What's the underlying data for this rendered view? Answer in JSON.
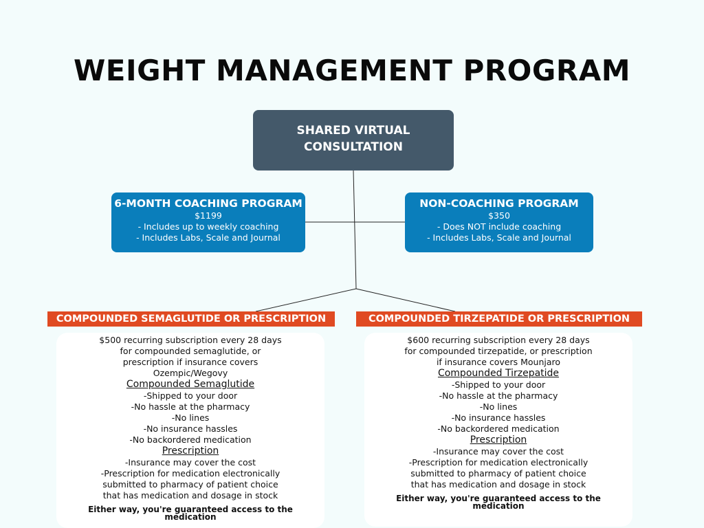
{
  "title": "WEIGHT MANAGEMENT PROGRAM",
  "root": {
    "line1": "SHARED VIRTUAL",
    "line2": "CONSULTATION"
  },
  "coaching": {
    "title": "6-MONTH COACHING PROGRAM",
    "price": "$1199",
    "features": [
      "- Includes up to weekly coaching",
      "- Includes Labs, Scale and Journal"
    ]
  },
  "non_coaching": {
    "title": "NON-COACHING PROGRAM",
    "price": "$350",
    "features": [
      "- Does NOT include coaching",
      "- Includes Labs, Scale and Journal"
    ]
  },
  "semaglutide": {
    "banner": "COMPOUNDED SEMAGLUTIDE OR PRESCRIPTION",
    "intro": [
      "$500 recurring subscription every 28 days",
      "for compounded semaglutide, or",
      "prescription if insurance covers",
      "Ozempic/Wegovy"
    ],
    "compounded_heading": "Compounded Semaglutide",
    "compounded_items": [
      "-Shipped to your door",
      "-No hassle at the pharmacy",
      "-No lines",
      "-No insurance hassles",
      "-No backordered medication"
    ],
    "prescription_heading": "Prescription",
    "prescription_items": [
      "-Insurance may cover the cost",
      "-Prescription for medication electronically",
      "submitted to pharmacy of patient choice",
      "that has medication and dosage in stock"
    ],
    "footer": [
      "Either way, you're guaranteed access to the",
      "medication"
    ]
  },
  "tirzepatide": {
    "banner": "COMPOUNDED TIRZEPATIDE OR PRESCRIPTION",
    "intro": [
      "$600 recurring subscription every 28 days",
      "for compounded tirzepatide, or prescription",
      "if insurance covers Mounjaro"
    ],
    "compounded_heading": "Compounded Tirzepatide",
    "compounded_items": [
      "-Shipped to your door",
      "-No hassle at the pharmacy",
      "-No lines",
      "-No insurance hassles",
      "-No backordered medication"
    ],
    "prescription_heading": "Prescription",
    "prescription_items": [
      "-Insurance may cover the cost",
      "-Prescription for medication electronically",
      "submitted to pharmacy of patient choice",
      "that has medication and dosage in stock"
    ],
    "footer": [
      "Either way, you're guaranteed access to the",
      "medication"
    ]
  }
}
